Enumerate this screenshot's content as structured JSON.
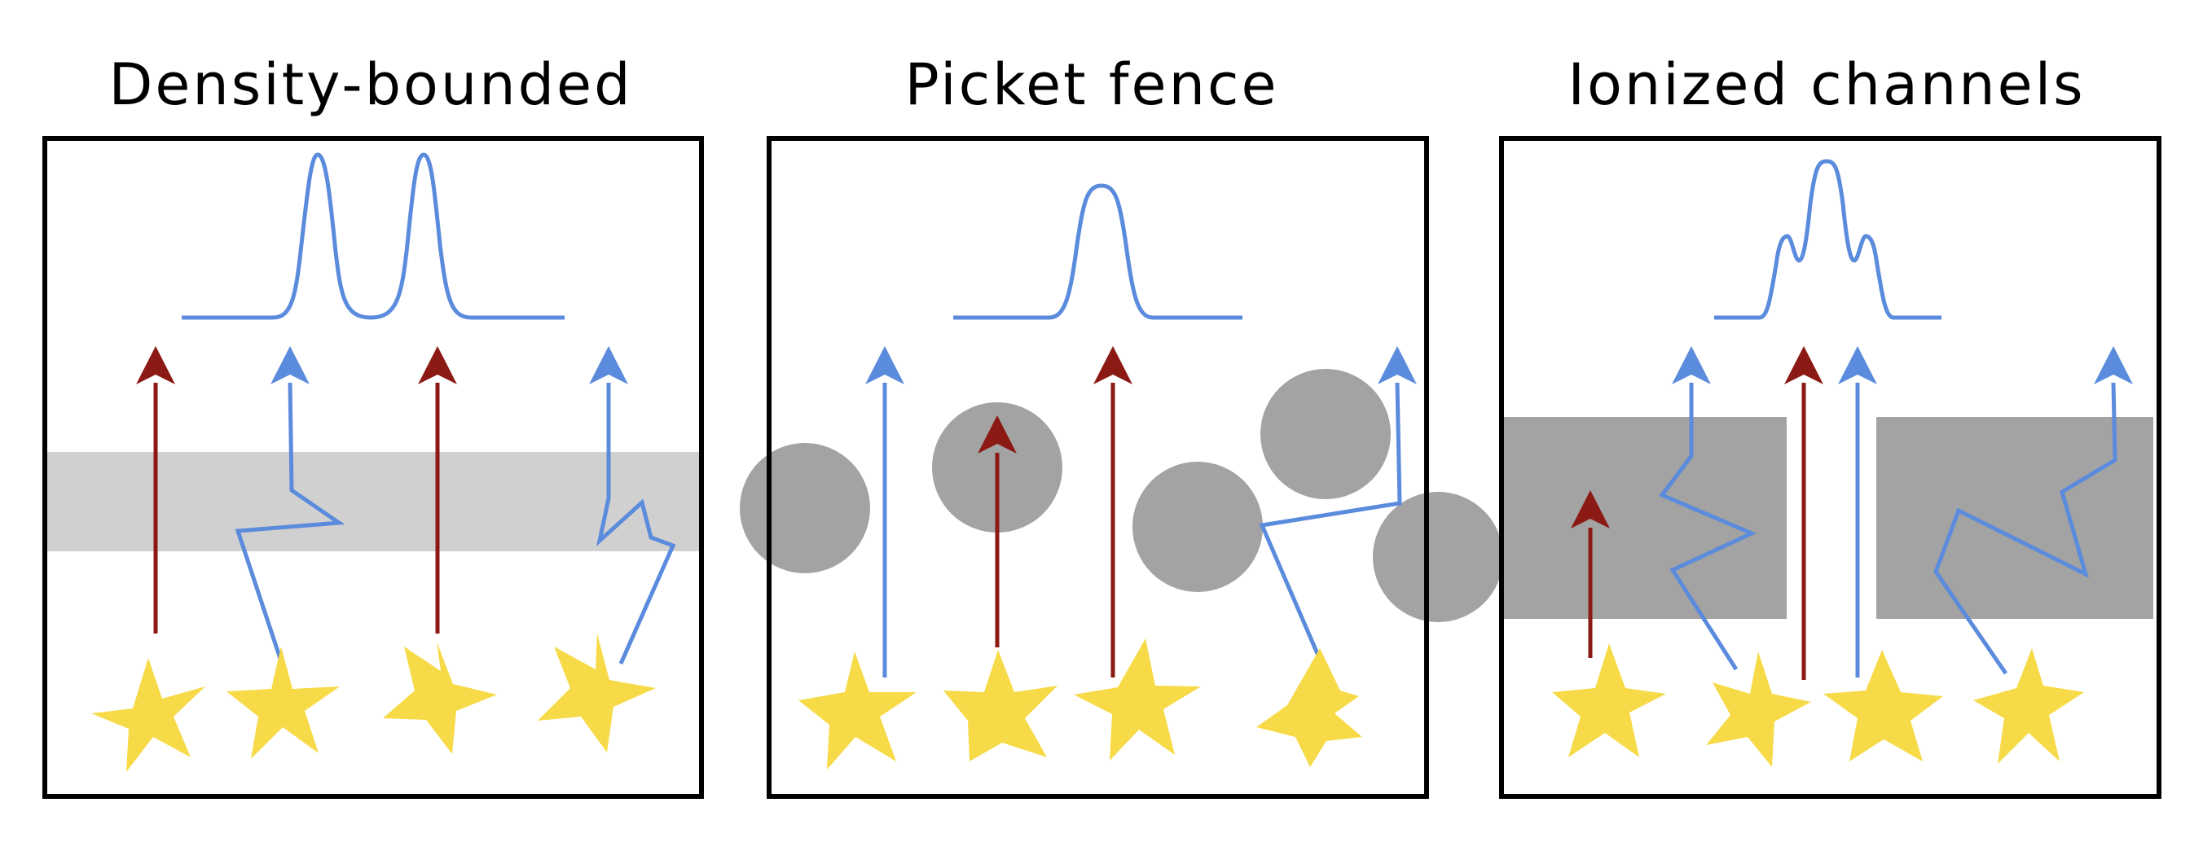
{
  "colors": {
    "frame": "#000000",
    "escape_arrow": "#5b8bdc",
    "absorbed_arrow": "#8b1a14",
    "star": "#f7da47",
    "gas_light": "#d0d0d0",
    "gas_dark": "#a3a3a3",
    "line_profile": "#5b8bdc"
  },
  "icons": {
    "star": "star-icon",
    "absorbed": "arrow-up-icon",
    "escaped": "arrow-up-icon"
  },
  "panels": [
    {
      "title": "Density-bounded",
      "line_profile": "double-peaked",
      "gas": "thin uniform slab"
    },
    {
      "title": "Picket fence",
      "line_profile": "single-peaked",
      "gas": "dense clumps"
    },
    {
      "title": "Ionized channels",
      "line_profile": "triple-peaked",
      "gas": "slabs with channel"
    }
  ]
}
